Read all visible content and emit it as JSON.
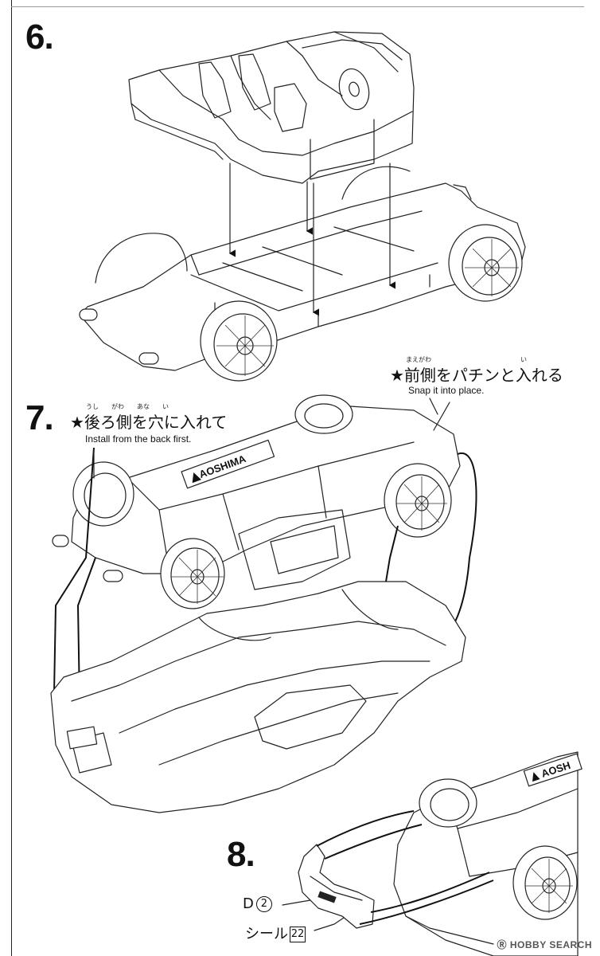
{
  "steps": {
    "step6": {
      "number": "6."
    },
    "step7": {
      "number": "7.",
      "callout_back": {
        "jp": "★後ろ側を穴に入れて",
        "ruby": "うし　　がわ　　あな　　い",
        "en": "Install from the back first."
      },
      "callout_front": {
        "jp": "★前側をパチンと入れる",
        "ruby_left": "まえがわ",
        "ruby_right": "い",
        "en": "Snap it into place."
      }
    },
    "step8": {
      "number": "8.",
      "part_d": {
        "letter": "D",
        "number": "2"
      },
      "sticker": {
        "label": "シール",
        "number": "22"
      }
    }
  },
  "brand": {
    "chassis_logo": "AOSHIMA",
    "chassis_logo_partial": "AOSH"
  },
  "watermark": {
    "text": "HOBBY SEARCH",
    "glyph": "Ⓡ"
  }
}
